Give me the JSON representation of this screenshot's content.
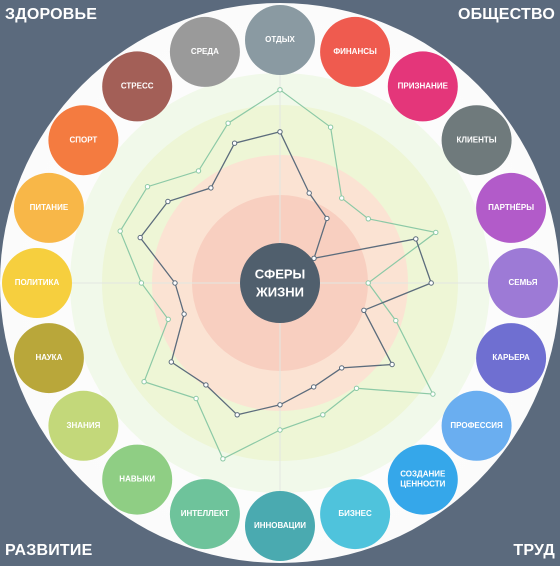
{
  "corners": {
    "top_left": "ЗДОРОВЬЕ",
    "top_right": "ОБЩЕСТВО",
    "bottom_left": "РАЗВИТИЕ",
    "bottom_right": "ТРУД"
  },
  "center": {
    "line1": "СФЕРЫ",
    "line2": "ЖИЗНИ"
  },
  "spheres": [
    {
      "label": "ФИНАНСЫ",
      "color": "#ef5b4f"
    },
    {
      "label": "ПРИЗНАНИЕ",
      "color": "#e4367a"
    },
    {
      "label": "КЛИЕНТЫ",
      "color": "#6f7a7c"
    },
    {
      "label": "ПАРТНЁРЫ",
      "color": "#b25bc9"
    },
    {
      "label": "СЕМЬЯ",
      "color": "#9d7ad6"
    },
    {
      "label": "КАРЬЕРА",
      "color": "#6f6fd1"
    },
    {
      "label": "ПРОФЕССИЯ",
      "color": "#6aaef0"
    },
    {
      "label": "СОЗДАНИЕ ЦЕННОСТИ",
      "color": "#35a7ea"
    },
    {
      "label": "БИЗНЕС",
      "color": "#4fc3dc"
    },
    {
      "label": "ИННОВАЦИИ",
      "color": "#4aaab0"
    },
    {
      "label": "ИНТЕЛЛЕКТ",
      "color": "#6ec39b"
    },
    {
      "label": "НАВЫКИ",
      "color": "#8fce84"
    },
    {
      "label": "ЗНАНИЯ",
      "color": "#c3d87a"
    },
    {
      "label": "НАУКА",
      "color": "#b9a73a"
    },
    {
      "label": "ПОЛИТИКА",
      "color": "#f6cf3e"
    },
    {
      "label": "ПИТАНИЕ",
      "color": "#f8b748"
    },
    {
      "label": "СПОРТ",
      "color": "#f47b40"
    },
    {
      "label": "СТРЕСС",
      "color": "#a35f57"
    },
    {
      "label": "СРЕДА",
      "color": "#9a9a9a"
    },
    {
      "label": "ОТДЫХ",
      "color": "#8a9aa2"
    }
  ],
  "levels": {
    "outer": [
      0.78,
      0.5,
      0.52,
      0.78,
      0.42,
      0.58,
      0.9,
      0.62,
      0.66,
      0.7,
      0.88,
      0.68,
      0.8,
      0.56,
      0.66,
      0.8,
      0.78,
      0.66,
      0.8,
      0.92
    ],
    "inner": [
      0.45,
      0.38,
      0.2,
      0.68,
      0.72,
      0.42,
      0.66,
      0.5,
      0.52,
      0.58,
      0.66,
      0.6,
      0.64,
      0.48,
      0.5,
      0.7,
      0.66,
      0.56,
      0.7,
      0.72
    ]
  }
}
